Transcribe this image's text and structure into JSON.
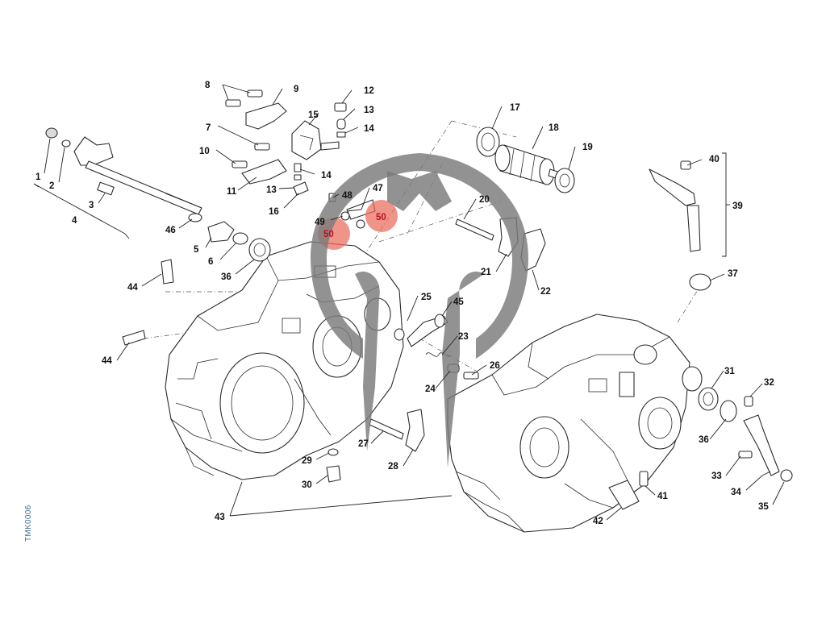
{
  "drawing_code": "TMK0006",
  "callouts": {
    "c1": "1",
    "c2": "2",
    "c3": "3",
    "c4": "4",
    "c5": "5",
    "c6": "6",
    "c7": "7",
    "c8": "8",
    "c9": "9",
    "c10": "10",
    "c11": "11",
    "c12": "12",
    "c13a": "13",
    "c13b": "13",
    "c14a": "14",
    "c14b": "14",
    "c15": "15",
    "c16": "16",
    "c17": "17",
    "c18": "18",
    "c19": "19",
    "c20": "20",
    "c21": "21",
    "c22": "22",
    "c23": "23",
    "c24": "24",
    "c25": "25",
    "c26": "26",
    "c27": "27",
    "c28": "28",
    "c29": "29",
    "c30": "30",
    "c31": "31",
    "c32": "32",
    "c33": "33",
    "c34": "34",
    "c35": "35",
    "c36a": "36",
    "c36b": "36",
    "c37": "37",
    "c39": "39",
    "c40": "40",
    "c41": "41",
    "c42": "42",
    "c43": "43",
    "c44a": "44",
    "c44b": "44",
    "c45": "45",
    "c46": "46",
    "c47": "47",
    "c48": "48",
    "c49": "49",
    "c50a": "50",
    "c50b": "50"
  },
  "colors": {
    "highlight": "#ea6b5d",
    "highlight_text": "#b8121b",
    "watermark": "#7a7a7a",
    "code_text": "#3d6f9a"
  }
}
